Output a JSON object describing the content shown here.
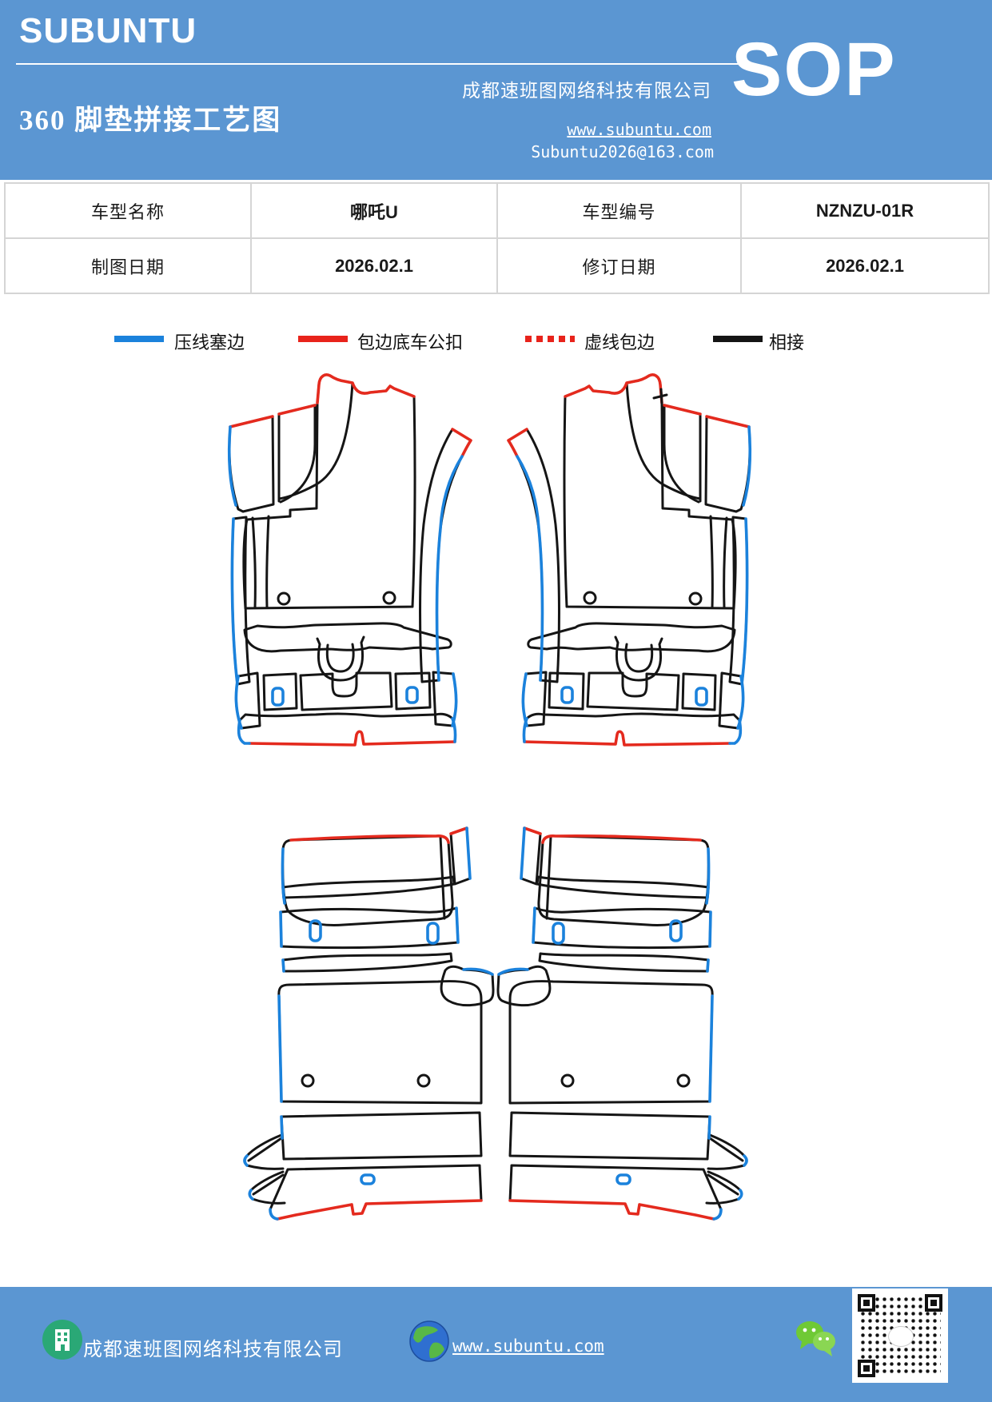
{
  "header": {
    "brand": "SUBUNTU",
    "title": "360 脚垫拼接工艺图",
    "company": "成都速班图网络科技有限公司",
    "website": "www.subuntu.com",
    "email": "Subuntu2026@163.com",
    "sop_badge": "SOP"
  },
  "info_table": {
    "cells": [
      {
        "label": "车型名称",
        "value": "哪吒U"
      },
      {
        "label": "车型编号",
        "value": "NZNZU-01R"
      },
      {
        "label": "制图日期",
        "value": "2026.02.1"
      },
      {
        "label": "修订日期",
        "value": "2026.02.1"
      }
    ]
  },
  "legend": {
    "items": [
      {
        "label": "压线塞边",
        "color": "#1b82dc",
        "style": "solid"
      },
      {
        "label": "包边底车公扣",
        "color": "#e8231b",
        "style": "solid"
      },
      {
        "label": "虚线包边",
        "color": "#e8231b",
        "style": "dashed"
      },
      {
        "label": "相接",
        "color": "#141414",
        "style": "solid"
      }
    ]
  },
  "diagram": {
    "content": "哪吒U 360脚垫分片拼接示意图（前排左右两组、后排整套，左右镜像）",
    "line_colors": {
      "press_edge": "#1b82dc",
      "buckle_edge": "#e42a1e",
      "joint": "#151515"
    }
  },
  "footer": {
    "company": "成都速班图网络科技有限公司",
    "website": "www.subuntu.com",
    "icons": [
      "building-icon",
      "globe-icon",
      "wechat-icon",
      "qr-code"
    ]
  },
  "theme": {
    "band_blue": "#5b96d2",
    "paper": "#ffffff"
  }
}
